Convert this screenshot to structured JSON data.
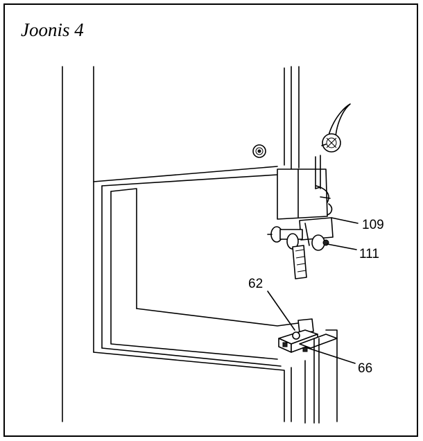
{
  "figure": {
    "caption": "Joonis 4",
    "callouts": [
      {
        "id": "109",
        "text": "109"
      },
      {
        "id": "111",
        "text": "111"
      },
      {
        "id": "62",
        "text": "62"
      },
      {
        "id": "66",
        "text": "66"
      }
    ]
  }
}
